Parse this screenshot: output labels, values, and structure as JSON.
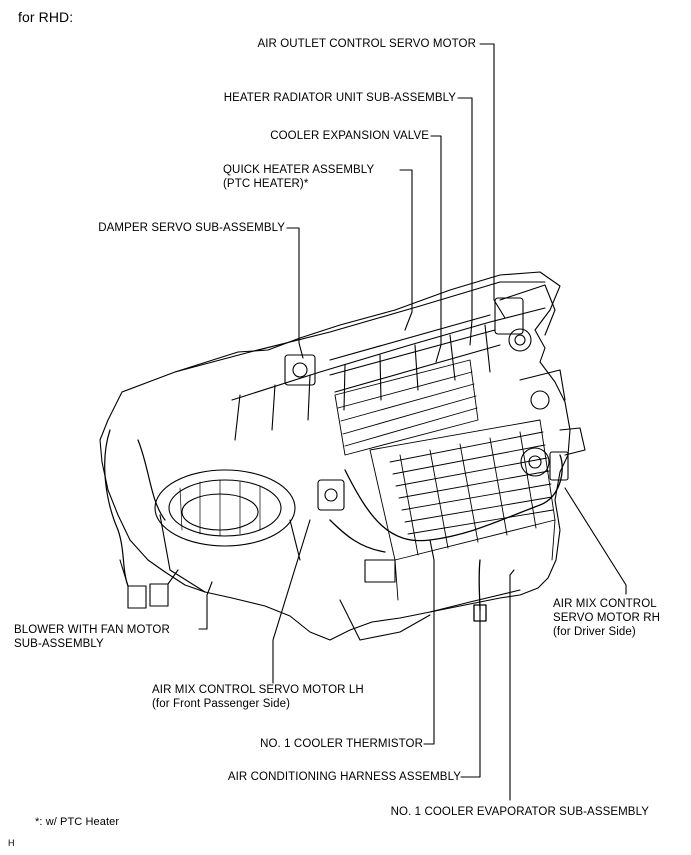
{
  "heading": "for RHD:",
  "labels": {
    "air_outlet_servo": "AIR OUTLET CONTROL SERVO MOTOR",
    "heater_radiator": "HEATER RADIATOR UNIT SUB-ASSEMBLY",
    "expansion_valve": "COOLER EXPANSION VALVE",
    "quick_heater_1": "QUICK HEATER ASSEMBLY",
    "quick_heater_2": "(PTC HEATER)*",
    "damper_servo": "DAMPER SERVO SUB-ASSEMBLY",
    "blower_1": "BLOWER WITH FAN MOTOR",
    "blower_2": "SUB-ASSEMBLY",
    "airmix_lh_1": "AIR MIX CONTROL SERVO MOTOR LH",
    "airmix_lh_2": "(for Front Passenger Side)",
    "airmix_rh_1": "AIR MIX CONTROL",
    "airmix_rh_2": "SERVO MOTOR RH",
    "airmix_rh_3": "(for Driver Side)",
    "thermistor": "NO. 1 COOLER THERMISTOR",
    "harness": "AIR CONDITIONING HARNESS ASSEMBLY",
    "evaporator": "NO. 1 COOLER EVAPORATOR SUB-ASSEMBLY"
  },
  "footnote": "*: w/ PTC Heater",
  "corner_mark": "H"
}
